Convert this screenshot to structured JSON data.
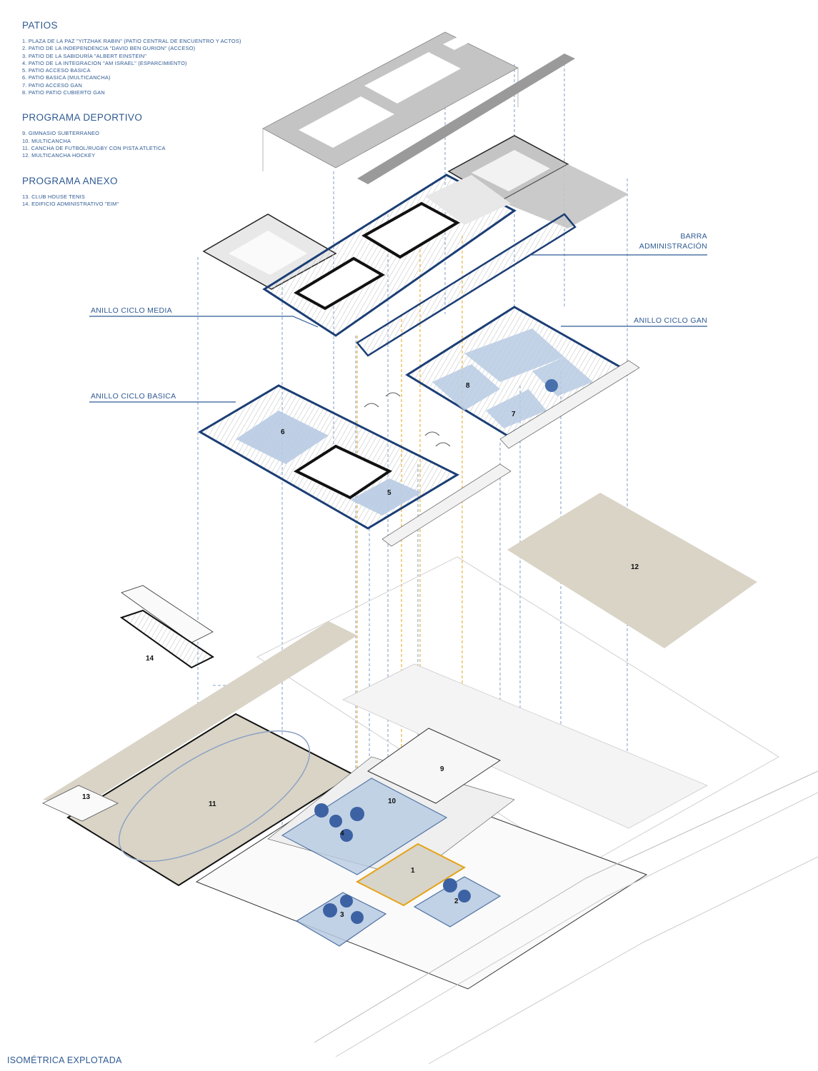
{
  "legend": {
    "sections": [
      {
        "title": "PATIOS",
        "items": [
          "1. PLAZA DE LA PAZ \"YITZHAK RABIN\" (PATIO CENTRAL DE ENCUENTRO Y ACTOS)",
          "2. PATIO DE LA INDEPENDENCIA \"DAVID BEN GURION\" (ACCESO)",
          "3. PATIO DE LA SABIDURÍA \"ALBERT EINSTEIN\"",
          "4. PATIO DE LA INTEGRACION \"AM ISRAEL\" (ESPARCIMIENTO)",
          "5. PATIO ACCESO BASICA",
          "6. PATIO BASICA (MULTICANCHA)",
          "7. PATIO ACCESO GAN",
          "8. PATIO PATIO CUBIERTO GAN"
        ]
      },
      {
        "title": "PROGRAMA DEPORTIVO",
        "items": [
          "9. GIMNASIO SUBTERRANEO",
          "10. MULTICANCHA",
          "11. CANCHA DE FUTBOL/RUGBY CON PISTA ATLETICA",
          "12. MULTICANCHA HOCKEY"
        ]
      },
      {
        "title": "PROGRAMA ANEXO",
        "items": [
          "13. CLUB HOUSE TENIS",
          "14. EDIFICIO ADMINISTRATIVO \"EIM\""
        ]
      }
    ]
  },
  "callouts": {
    "barra_line1": "BARRA",
    "barra_line2": "ADMINISTRACIÓN",
    "anillo_media": "ANILLO CICLO MEDIA",
    "anillo_gan": "ANILLO CICLO GAN",
    "anillo_basica": "ANILLO CICLO BASICA"
  },
  "numbers": {
    "n1": "1",
    "n2": "2",
    "n3": "3",
    "n4": "4",
    "n5": "5",
    "n6": "6",
    "n7": "7",
    "n8": "8",
    "n9": "9",
    "n10": "10",
    "n11": "11",
    "n12": "12",
    "n13": "13",
    "n14": "14"
  },
  "footer": "ISOMÉTRICA EXPLOTADA",
  "colors": {
    "accent_blue": "#2f5a93",
    "patio_fill": "#b8cbe3",
    "field_beige": "#d9d4c6",
    "roof_gray": "#c9c9c9",
    "guide_orange": "#e6a317"
  }
}
